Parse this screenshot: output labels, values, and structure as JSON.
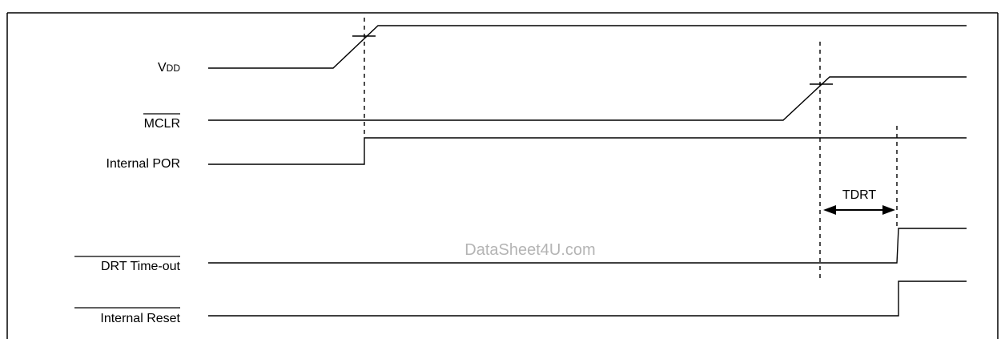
{
  "signals": {
    "vdd": {
      "label_main": "V",
      "label_sub": "DD"
    },
    "mclr": {
      "label": "MCLR",
      "overbar": true
    },
    "internal_por": {
      "label": "Internal POR"
    },
    "drt_timeout": {
      "label": "DRT Time-out",
      "overbar": true
    },
    "internal_reset": {
      "label": "Internal Reset",
      "overbar": true
    }
  },
  "annotation": {
    "tdrt": "TDRT"
  },
  "watermark": "DataSheet4U.com",
  "colors": {
    "line": "#000000",
    "watermark": "#b4b4b4",
    "background": "#ffffff"
  }
}
